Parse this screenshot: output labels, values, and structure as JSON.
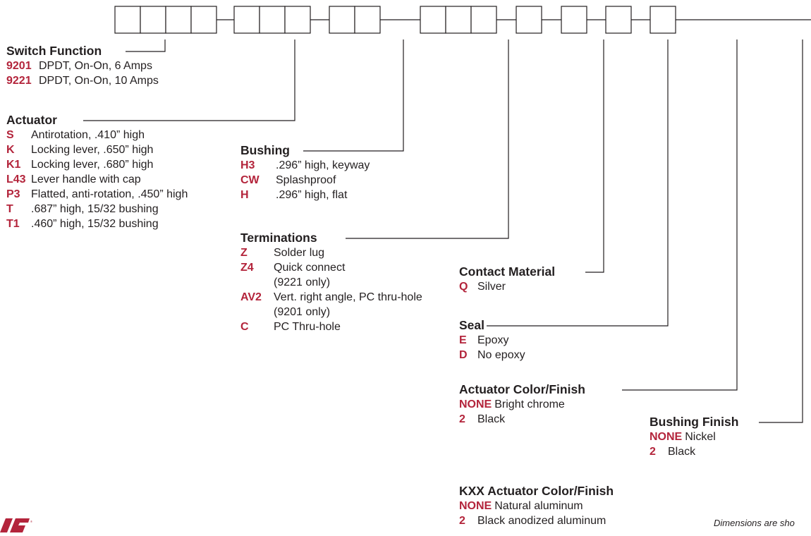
{
  "colors": {
    "accent": "#b3243b",
    "text": "#231f20",
    "line": "#231f20"
  },
  "part_number_boxes": {
    "groups": [
      4,
      3,
      2,
      3,
      1,
      1,
      1,
      1
    ]
  },
  "sections": [
    {
      "heading": "Switch Function",
      "box_group": 0,
      "options": [
        {
          "code": "9201",
          "desc": "DPDT, On-On, 6 Amps"
        },
        {
          "code": "9221",
          "desc": "DPDT, On-On, 10 Amps"
        }
      ]
    },
    {
      "heading": "Actuator",
      "box_group": 1,
      "options": [
        {
          "code": "S",
          "desc": "Antirotation, .410” high"
        },
        {
          "code": "K",
          "desc": "Locking lever, .650” high"
        },
        {
          "code": "K1",
          "desc": "Locking lever, .680” high"
        },
        {
          "code": "L43",
          "desc": "Lever handle with cap"
        },
        {
          "code": "P3",
          "desc": "Flatted, anti-rotation, .450” high"
        },
        {
          "code": "T",
          "desc": ".687” high, 15/32 bushing"
        },
        {
          "code": "T1",
          "desc": ".460” high, 15/32 bushing"
        }
      ]
    },
    {
      "heading": "Bushing",
      "box_group": 2,
      "options": [
        {
          "code": "H3",
          "desc": ".296” high, keyway"
        },
        {
          "code": "CW",
          "desc": "Splashproof"
        },
        {
          "code": "H",
          "desc": ".296” high, flat"
        }
      ]
    },
    {
      "heading": "Terminations",
      "box_group": 3,
      "options": [
        {
          "code": "Z",
          "desc": "Solder lug"
        },
        {
          "code": "Z4",
          "desc": "Quick connect",
          "desc2": "(9221 only)"
        },
        {
          "code": "AV2",
          "desc": "Vert. right angle, PC thru-hole",
          "desc2": "(9201 only)"
        },
        {
          "code": "C",
          "desc": "PC Thru-hole"
        }
      ]
    },
    {
      "heading": "Contact Material",
      "box_group": 4,
      "options": [
        {
          "code": "Q",
          "desc": "Silver"
        }
      ]
    },
    {
      "heading": "Seal",
      "box_group": 5,
      "options": [
        {
          "code": "E",
          "desc": "Epoxy"
        },
        {
          "code": "D",
          "desc": "No epoxy"
        }
      ]
    },
    {
      "heading": "Actuator Color/Finish",
      "box_group": 6,
      "options": [
        {
          "code": "NONE",
          "desc": "Bright chrome"
        },
        {
          "code": "2",
          "desc": "Black"
        }
      ]
    },
    {
      "heading": "Bushing Finish",
      "box_group": 7,
      "options": [
        {
          "code": "NONE",
          "desc": "Nickel"
        },
        {
          "code": "2",
          "desc": "Black"
        }
      ]
    },
    {
      "heading": "KXX Actuator Color/Finish",
      "options": [
        {
          "code": "NONE",
          "desc": "Natural aluminum"
        },
        {
          "code": "2",
          "desc": "Black anodized aluminum"
        }
      ]
    }
  ],
  "footnote": "Dimensions are sho"
}
